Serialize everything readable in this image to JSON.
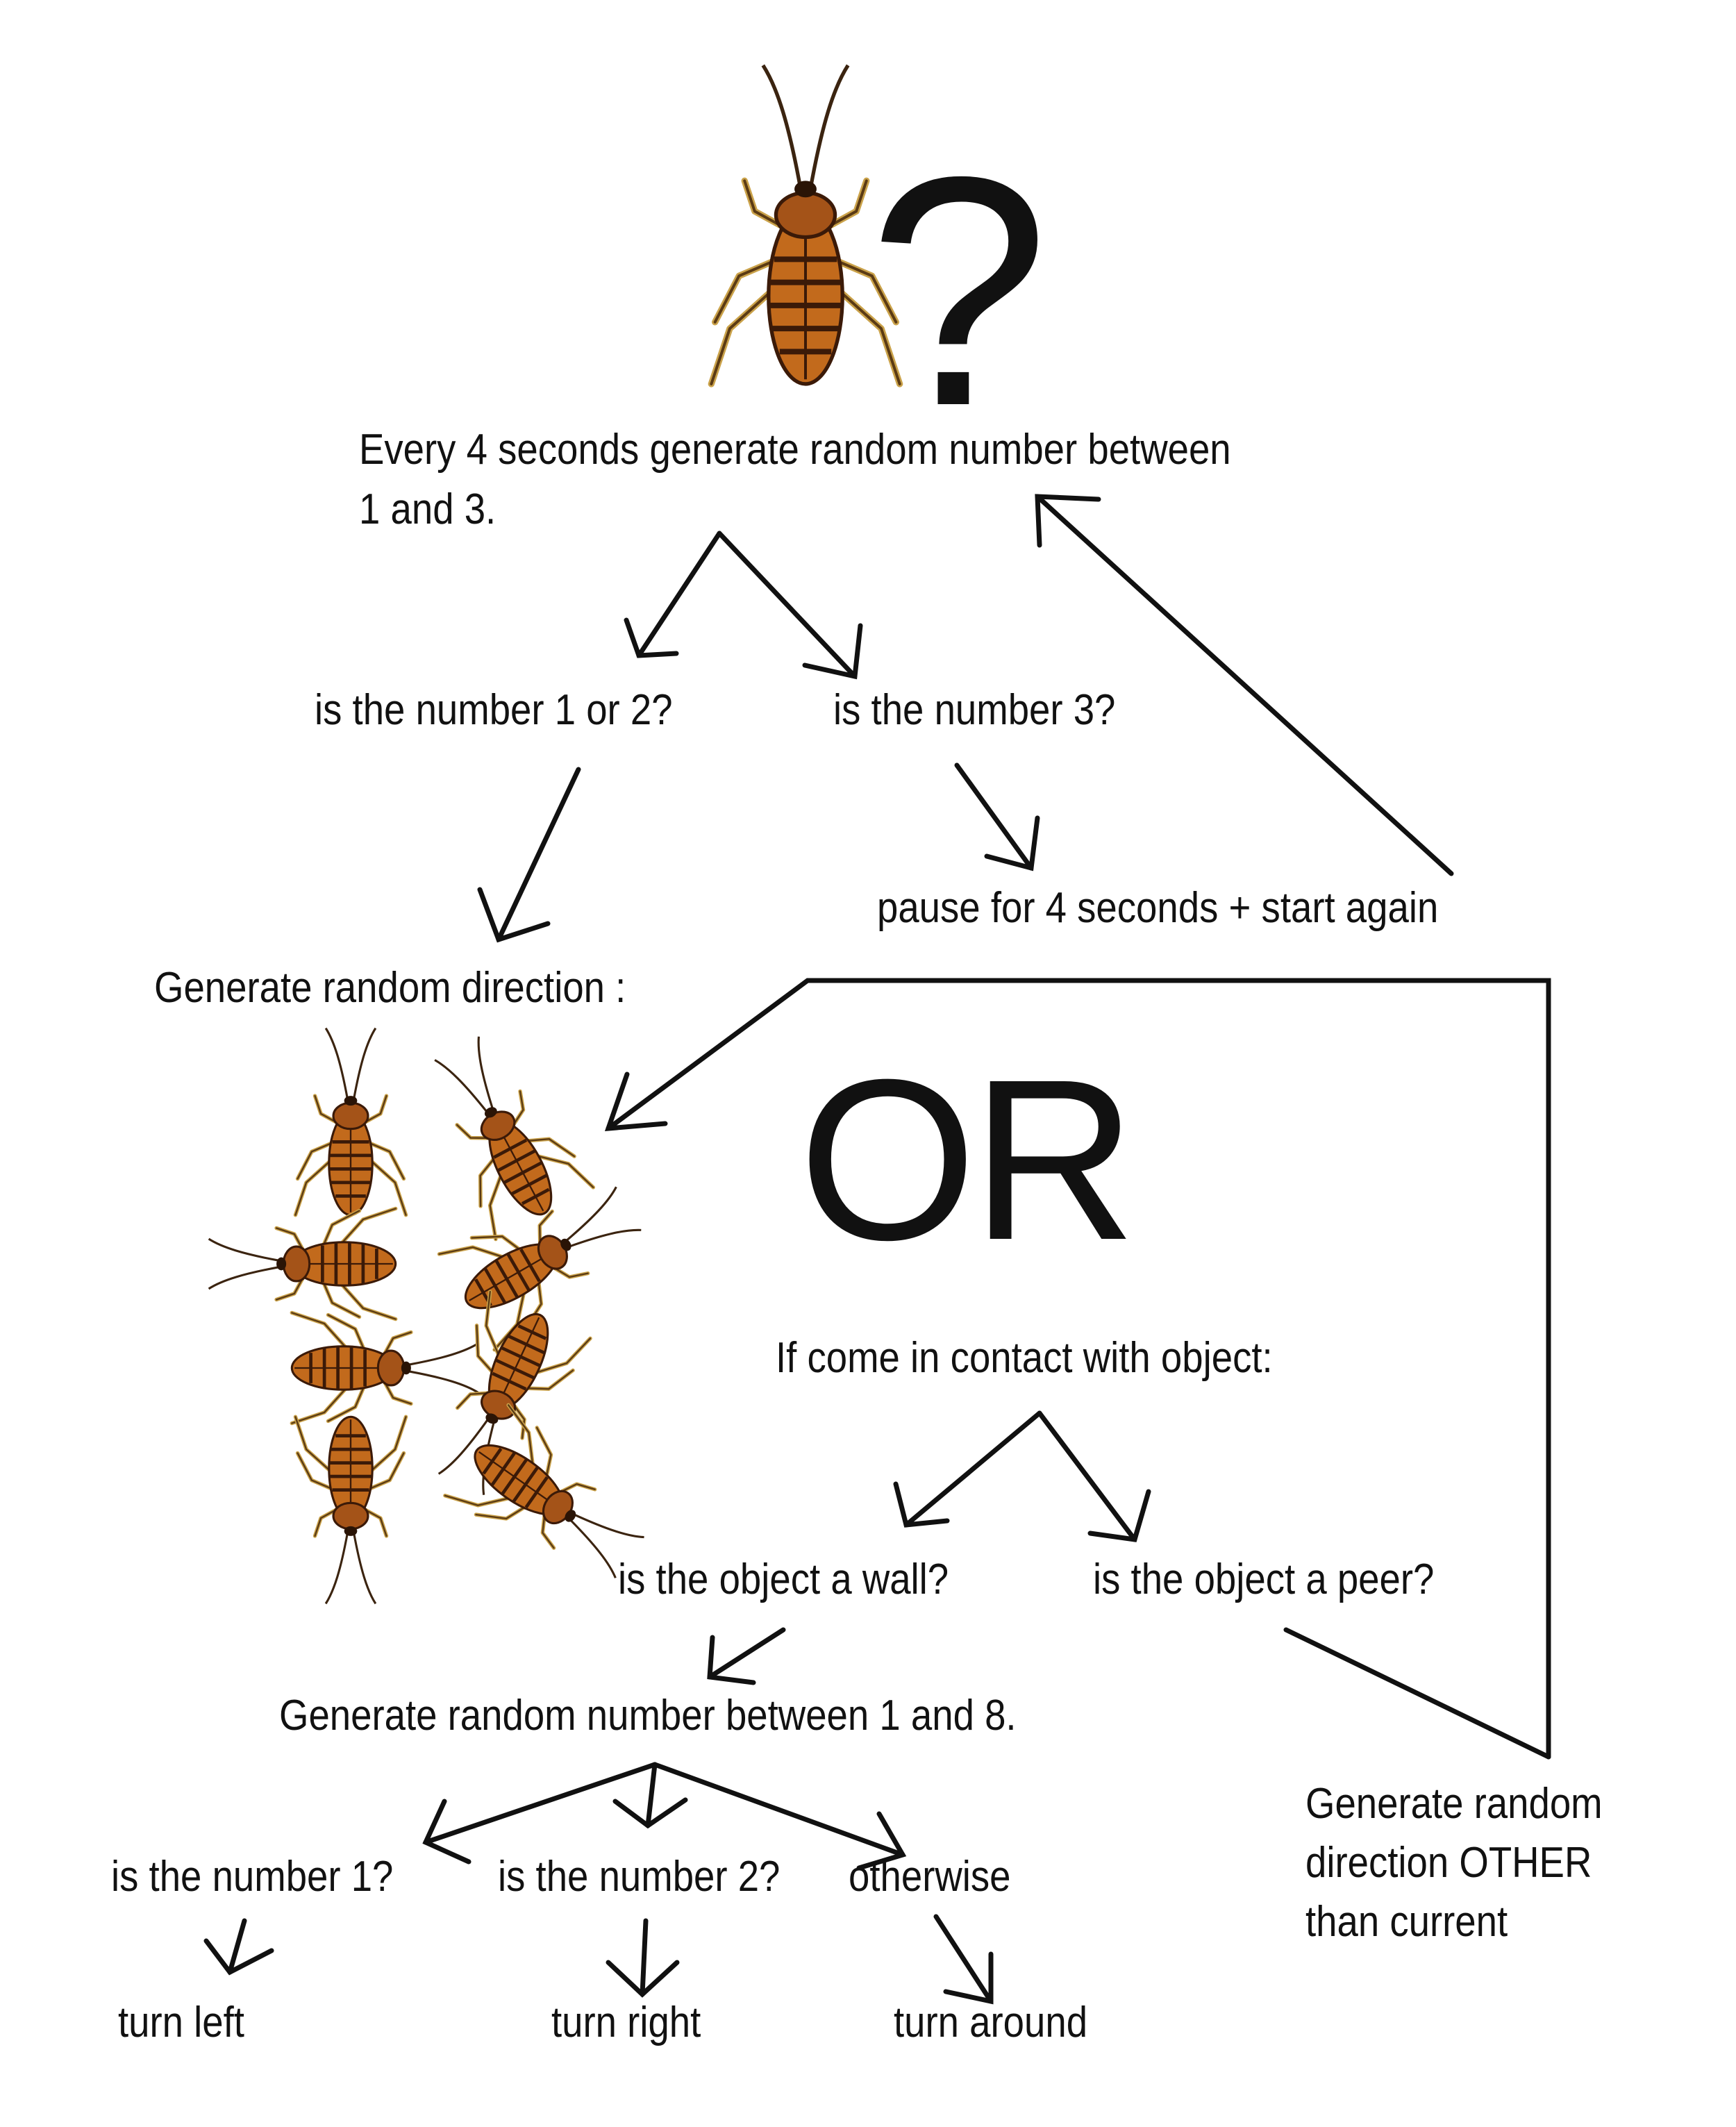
{
  "colors": {
    "ink": "#111111",
    "roach_body": "#c26a1c",
    "roach_stripe": "#3b1a08",
    "roach_leg": "#caa24a",
    "roach_head": "#2a1406"
  },
  "icons": [
    "cockroach-icon"
  ],
  "symbols": {
    "question_mark": "?",
    "or_word": "OR"
  },
  "nodes": {
    "start": "Every 4 seconds generate random number between",
    "start_line2": "1 and 3.",
    "num_1_or_2": "is the number 1 or 2?",
    "num_3": "is the number 3?",
    "pause": "pause for 4 seconds + start again",
    "gen_direction": "Generate random direction :",
    "contact": "If come in contact with object:",
    "is_wall": "is the object a wall?",
    "is_peer": "is the object a peer?",
    "gen_1_8": "Generate random number between 1 and 8.",
    "num_1": "is the number 1?",
    "num_2": "is the number 2?",
    "otherwise": "otherwise",
    "turn_left": "turn left",
    "turn_right": "turn right",
    "turn_around": "turn around",
    "other_dir_1": "Generate random",
    "other_dir_2": "direction OTHER",
    "other_dir_3": "than current"
  }
}
